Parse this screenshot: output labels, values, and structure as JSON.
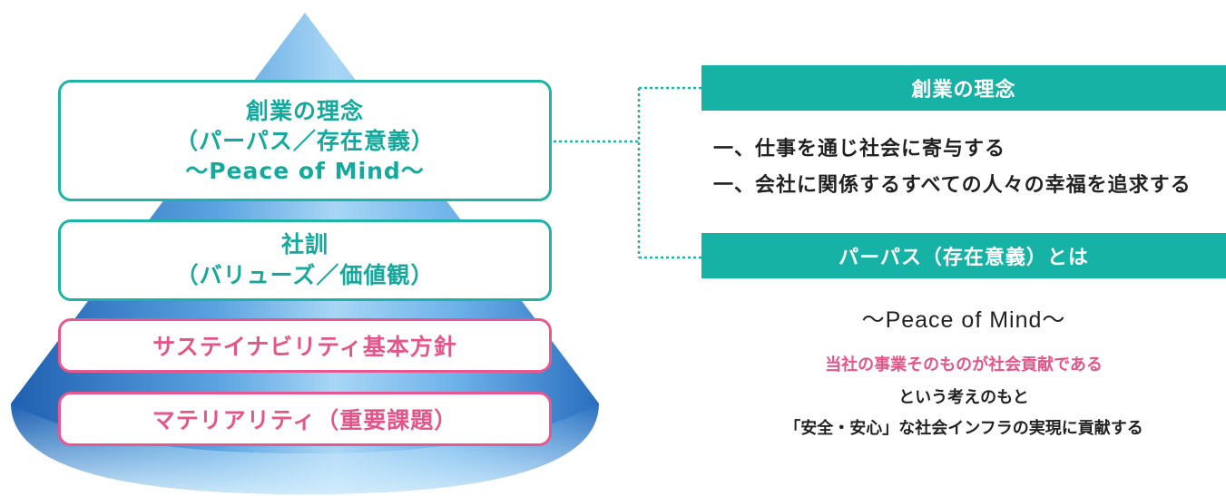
{
  "pyramid": {
    "founding": {
      "line1": "創業の理念",
      "line2": "（パーパス／存在意義）",
      "line3": "～Peace of Mind～"
    },
    "motto": {
      "line1": "社訓",
      "line2": "（バリューズ／価値観）"
    },
    "sustainability_policy": "サステイナビリティ基本方針",
    "materiality": "マテリアリティ（重要課題）"
  },
  "founding_philosophy": {
    "heading": "創業の理念",
    "principles": [
      "一、仕事を通じ社会に寄与する",
      "一、会社に関係するすべての人々の幸福を追求する"
    ]
  },
  "purpose": {
    "heading": "パーパス（存在意義）とは",
    "tagline": "～Peace of Mind～",
    "line1": "当社の事業そのものが社会貢献である",
    "line2": "という考えのもと",
    "line3": "「安全・安心」な社会インフラの実現に貢献する"
  },
  "colors": {
    "teal": "#16b2a6",
    "pink": "#e2568b",
    "cone_blue": "#2f7fc9"
  }
}
